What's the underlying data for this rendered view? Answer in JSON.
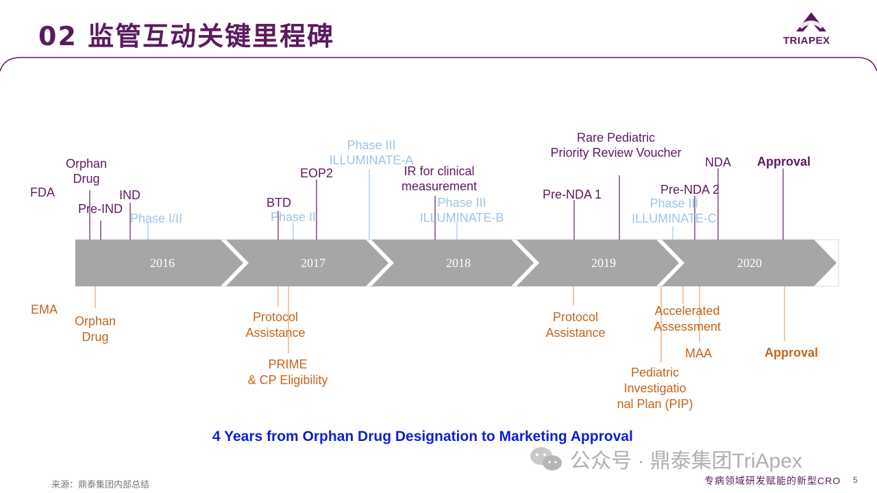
{
  "header": {
    "title": "02 监管互动关键里程碑",
    "logo_text": "TRIAPEX"
  },
  "rows": {
    "fda": "FDA",
    "ema": "EMA"
  },
  "years": [
    "2016",
    "2017",
    "2018",
    "2019",
    "2020"
  ],
  "fda_milestones": {
    "orphan_drug": "Orphan\nDrug",
    "pre_ind": "Pre-IND",
    "ind": "IND",
    "phase_1_2": "Phase I/II",
    "btd": "BTD",
    "phase_2": "Phase II",
    "eop2": "EOP2",
    "phase3_a": "Phase III\nILLUMINATE-A",
    "ir_clinical": "IR for clinical\nmeasurement",
    "phase3_b": "Phase III\nILLUMINATE-B",
    "pre_nda1": "Pre-NDA 1",
    "rpd_voucher": "Rare Pediatric\nPriority Review Voucher",
    "phase3_c": "Phase III\nILLUMINATE-C",
    "pre_nda2": "Pre-NDA 2",
    "nda": "NDA",
    "approval": "Approval"
  },
  "ema_milestones": {
    "orphan_drug": "Orphan\nDrug",
    "protocol_assist_1": "Protocol\nAssistance",
    "prime": "PRIME\n& CP Eligibility",
    "protocol_assist_2": "Protocol\nAssistance",
    "accelerated": "Accelerated\nAssessment",
    "maa": "MAA",
    "pip": "Pediatric\nInvestigatio\nnal Plan (PIP)",
    "approval": "Approval"
  },
  "tagline": "4 Years from Orphan Drug Designation to Marketing Approval",
  "watermark": "公众号 · 鼎泰集团TriApex",
  "source": "来源：鼎泰集团内部总结",
  "footer": {
    "slogan": "专病领域研发赋能的新型CRO",
    "page": "5"
  },
  "colors": {
    "brand_purple": "#5b1a5e",
    "ema_orange": "#c5641c",
    "phase_blue": "#9ec4e6",
    "arrow_gray": "#a6a6a6",
    "tagline_blue": "#0b1fd6"
  }
}
